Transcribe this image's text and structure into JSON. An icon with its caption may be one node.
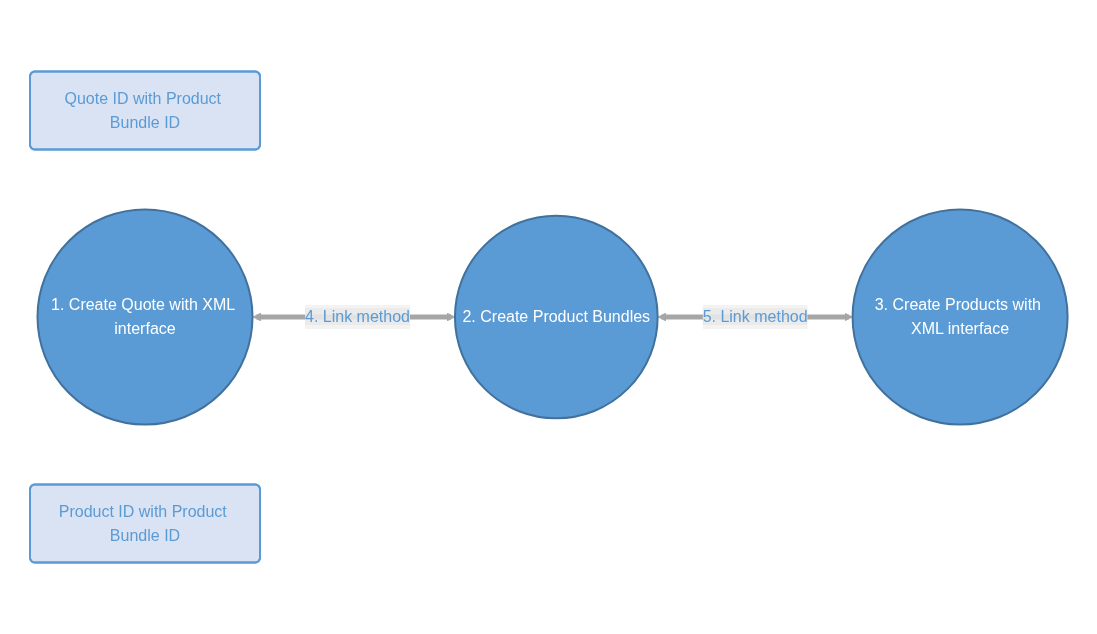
{
  "diagram": {
    "nodes": [
      {
        "text": [
          "Quote ID with Product Bundle ID"
        ]
      },
      {
        "text": [
          "1. Create Quote with XML interface"
        ]
      },
      {
        "text": [
          "2. Create Product Bundles"
        ]
      },
      {
        "text": [
          "Product ID with Product Bundle ID"
        ]
      },
      {
        "text": [
          "3. Create Products with XML interface"
        ]
      }
    ],
    "edges": [
      {
        "from": 1,
        "to": 2,
        "arrow": "both",
        "label": "4. Link method"
      },
      {
        "from": 2,
        "to": 4,
        "arrow": "both",
        "label": "5. Link method"
      }
    ]
  }
}
